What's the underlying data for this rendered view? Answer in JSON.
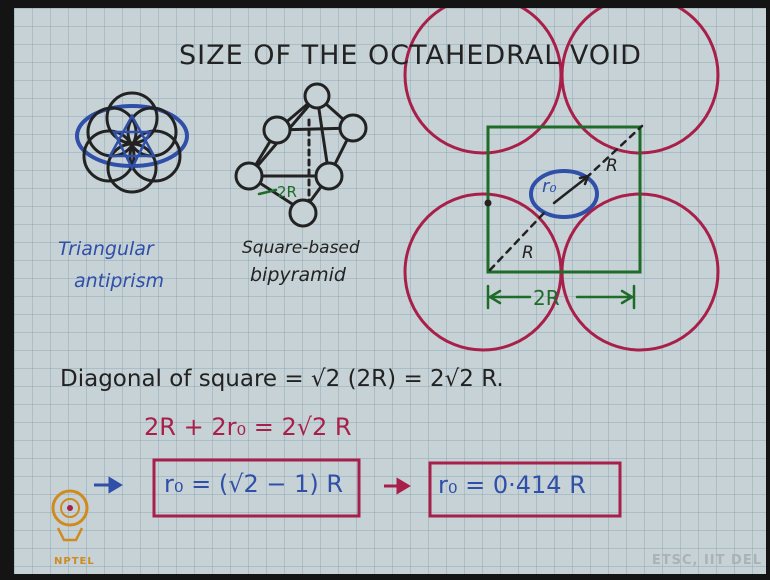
{
  "title": "SIZE OF THE OCTAHEDRAL VOID",
  "captions": {
    "triangular_line1": "Triangular",
    "triangular_line2": "antiprism",
    "square_line1": "Square-based",
    "square_line2": "bipyramid",
    "edge_label": "2R"
  },
  "diagram": {
    "radius_label_top": "R",
    "radius_label_bottom": "R",
    "void_label": "r₀",
    "width_label": "2R"
  },
  "equations": {
    "line1": "Diagonal of square  =  √2 (2R)  =  2√2 R.",
    "line2": "2R + 2r₀  =  2√2 R",
    "result1": "r₀  =  (√2 − 1) R",
    "result2": "r₀  =  0·414 R"
  },
  "logo_text": "NPTEL",
  "watermark": "ETSC, IIT DEL",
  "colors": {
    "ink_black": "#222222",
    "ink_blue": "#2f4fa8",
    "ink_red": "#a8204a",
    "ink_green": "#1f6b2a",
    "paper": "#c6d2d6"
  }
}
